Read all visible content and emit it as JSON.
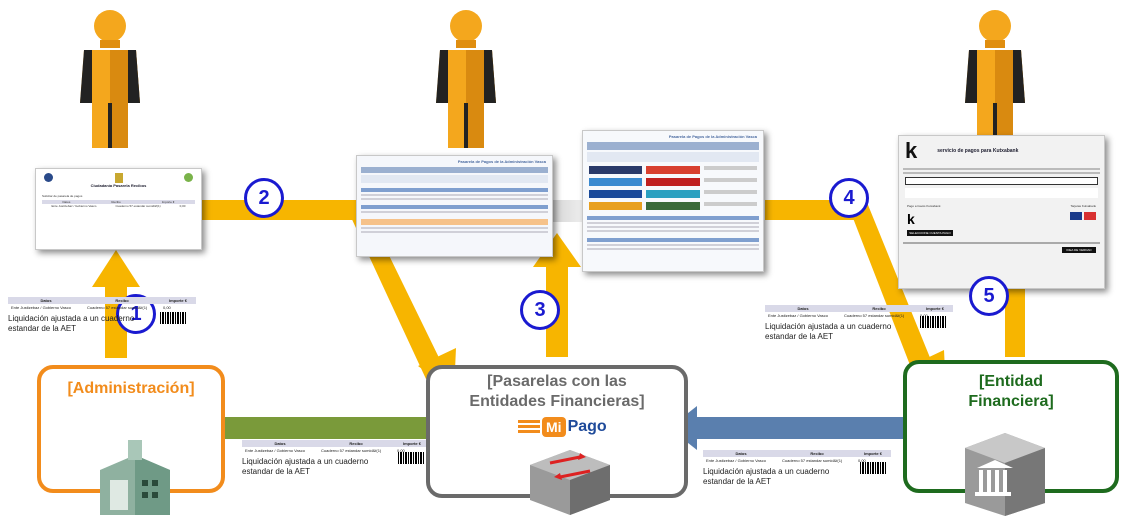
{
  "boxes": {
    "admin": {
      "label": "[Administración]",
      "color": "#f28c1c"
    },
    "gateway": {
      "label": "[Pasarelas con las Entidades Financieras]",
      "color": "#6a6a6a"
    },
    "bank": {
      "label": "[Entidad Financiera]",
      "color": "#1e6b1e"
    }
  },
  "logo": {
    "mi": "Mi",
    "pago": "Pago"
  },
  "steps": [
    "1",
    "2",
    "3",
    "4",
    "5"
  ],
  "liquidation": {
    "caption": "Liquidación ajustada a un cuaderno estandar de la AET",
    "headers": [
      "Datos",
      "Recibo",
      "Importe €"
    ],
    "row": [
      "Ente Justizebaz / Gobierno Vasco",
      "Cuaderno 57 estandar sumid&f(1)",
      "0,00"
    ]
  },
  "screens": {
    "s1": {
      "title": "Ciudadanía Pasarela Recibos",
      "subtitle": "Solicitar de pasarela de pagos",
      "cols": [
        "Datos",
        "Recibo",
        "Importe €"
      ]
    },
    "s2": {
      "title": "Pasarela de Pagos de la Administración Vasca"
    },
    "s3": {
      "title": "Pasarela de Pagos de la Administración Vasca"
    },
    "s4": {
      "title": "servicio de pagos para Kutxabank",
      "sub1": "Pago a través Kutxabank",
      "sub2": "Tarjetas Kutxabank",
      "btn": "SELECCIONE CUENTA PAGO",
      "btn2": "IDEA DE VERDAD"
    }
  },
  "colors": {
    "orange": "#f7b500",
    "olive": "#7a9a3a",
    "steel": "#5a7fae",
    "stepBlue": "#1a1ad0"
  }
}
